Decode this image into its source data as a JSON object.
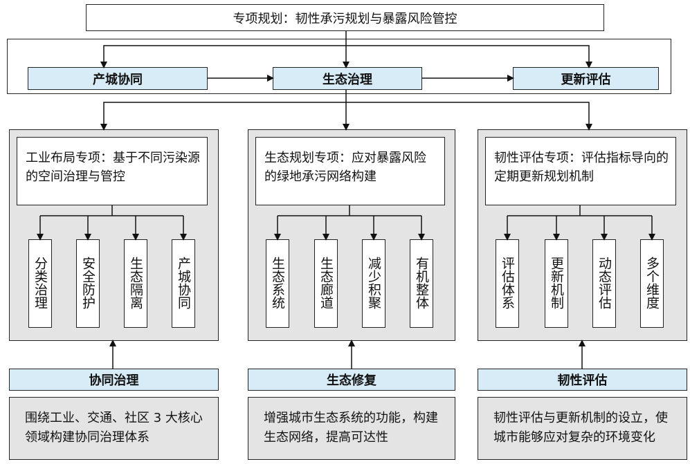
{
  "title": "专项规划：韧性承污规划与暴露风险管控",
  "stages": [
    {
      "label": "产城协同"
    },
    {
      "label": "生态治理"
    },
    {
      "label": "更新评估"
    }
  ],
  "columns": [
    {
      "heading": "工业布局专项：基于不同污染源的空间治理与管控",
      "items": [
        "分类治理",
        "安全防护",
        "生态隔离",
        "产城协同"
      ],
      "bottom_label": "协同治理",
      "description": "围绕工业、交通、社区 3 大核心领域构建协同治理体系"
    },
    {
      "heading": "生态规划专项：应对暴露风险的绿地承污网络构建",
      "items": [
        "生态系统",
        "生态廊道",
        "减少积聚",
        "有机整体"
      ],
      "bottom_label": "生态修复",
      "description": "增强城市生态系统的功能，构建生态网络，提高可达性"
    },
    {
      "heading": "韧性评估专项：评估指标导向的定期更新规划机制",
      "items": [
        "评估体系",
        "更新机制",
        "动态评估",
        "多个维度"
      ],
      "bottom_label": "韧性评估",
      "description": "韧性评估与更新机制的设立，使城市能够应对复杂的环境变化"
    }
  ]
}
